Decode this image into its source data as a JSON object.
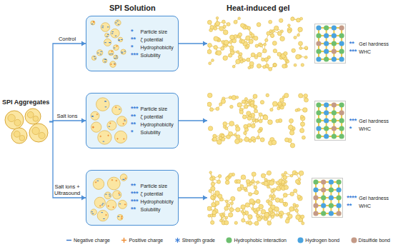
{
  "diagram": {
    "nodes": [
      {
        "text": [
          "SPI Aggregates"
        ]
      },
      {
        "text": [
          "*",
          "Particle size",
          "**",
          "ζ potential",
          "*",
          "Hydrophobicity",
          "***",
          "Solubility"
        ]
      },
      {
        "text": [
          "**",
          "Gel hardness",
          "***",
          "WHC"
        ]
      },
      {
        "text": [
          "***",
          "Particle size",
          "**",
          "ζ potential",
          "**",
          "Hydrophobicity",
          "*",
          "Solubility"
        ]
      },
      {
        "text": [
          "***",
          "Gel hardness",
          "*",
          "WHC"
        ]
      },
      {
        "text": [
          "**",
          "Particle size",
          "***",
          "ζ potential",
          "***",
          "Hydrophobicity",
          "**",
          "Solubility"
        ]
      },
      {
        "text": [
          "****",
          "Gel hardness",
          "**",
          "WHC"
        ]
      }
    ],
    "edges": [
      {
        "from": 0,
        "to": 1,
        "label": "Control",
        "arrow": "to"
      },
      {
        "from": 0,
        "to": 3,
        "label": "Salt ions",
        "arrow": "to"
      },
      {
        "from": 0,
        "to": 5,
        "label": "Salt ions + Ultrasound",
        "arrow": "to"
      },
      {
        "from": 1,
        "to": 2,
        "arrow": "to"
      },
      {
        "from": 3,
        "to": 4,
        "arrow": "to"
      },
      {
        "from": 5,
        "to": 6,
        "arrow": "to"
      }
    ],
    "labels": [
      "SPI Solution",
      "Heat-induced gel"
    ],
    "legend": [
      {
        "text": "Negative charge"
      },
      {
        "text": "Positive charge"
      },
      {
        "text": "Strength grade"
      },
      {
        "text": "Hydrophobic interaction",
        "color": "#6dbf6f"
      },
      {
        "text": "Hydrogen bond",
        "color": "#4aa3df"
      },
      {
        "text": "Disulfide bond",
        "color": "#c49a87"
      }
    ]
  }
}
